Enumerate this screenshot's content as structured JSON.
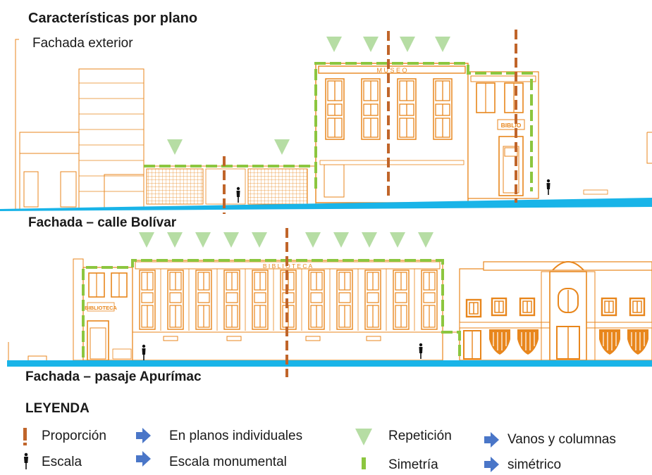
{
  "headings": {
    "title": "Características por plano",
    "subtitle": "Fachada exterior",
    "facade_top": "Fachada – calle Bolívar",
    "facade_bottom": "Fachada – pasaje  Apurímac",
    "legend_title": "LEYENDA"
  },
  "facade_labels": {
    "museo": "M U S E O",
    "biblio_top": "BIBLIO",
    "biblioteca": "B I B L I O T E C A",
    "biblioteca_side": "BIBLIOTECA"
  },
  "legend": {
    "proporcion": "Proporción",
    "escala": "Escala",
    "planos": "En planos individuales",
    "monumental": "Escala monumental",
    "repeticion": "Repetición",
    "simetria": "Simetría",
    "vanos": "Vanos y columnas",
    "simetrico": "simétrico"
  },
  "colors": {
    "orange_lines": "#E8861C",
    "proportion_line": "#C0652A",
    "symmetry_green": "#8CC63F",
    "repetition_green": "#B6DDA4",
    "ground_blue": "#19B4E8",
    "arrow_blue": "#4A76C8"
  }
}
